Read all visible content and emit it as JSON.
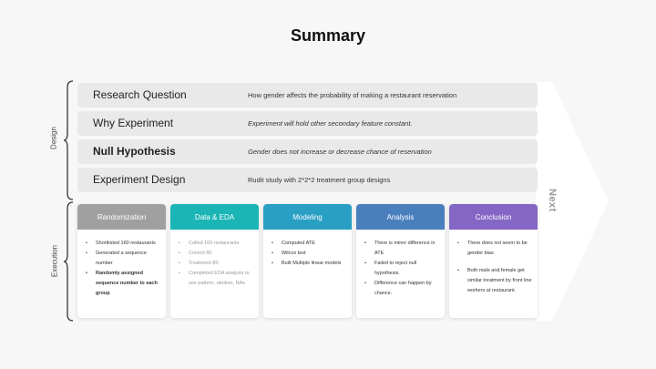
{
  "title": "Summary",
  "next_label": "Next",
  "side_labels": {
    "design": "Design",
    "execution": "Execution"
  },
  "design_rows": [
    {
      "label": "Research Question",
      "desc": "How gender affects the probability of making a restaurant reservation"
    },
    {
      "label": "Why Experiment",
      "desc": "Experiment will hold other secondary feature constant."
    },
    {
      "label": "Null Hypothesis",
      "desc": "Gender does not increase or decrease chance of reservation"
    },
    {
      "label": "Experiment Design",
      "desc": "Rudit study with 2*2*2 treatment group designs"
    }
  ],
  "execution_cards": [
    {
      "title": "Randomization",
      "color": "#a0a0a0",
      "items": [
        "Shortlisted 160 restaurants",
        " Generated a sequence number",
        "Randomly assigned sequence number to each group"
      ]
    },
    {
      "title": "Data & EDA",
      "color": "#1bb5b5",
      "items": [
        "Called 160 restaurants",
        "Control 80",
        "Treatment 80",
        "Completed EDA analysis to see pattern, attrition, NAs"
      ]
    },
    {
      "title": "Modeling",
      "color": "#2a9fc4",
      "items": [
        "Computed ATE",
        "Wilcox test",
        "Built Multiple linear models"
      ]
    },
    {
      "title": "Analysis",
      "color": "#4a7fbe",
      "items": [
        "There is minor difference in ATE",
        "Failed to reject null hypothesis.",
        "Difference can happen by chance."
      ]
    },
    {
      "title": "Conclusion",
      "color": "#8466c4",
      "items": [
        "There does not seem to be gender bias",
        "Both male and female get similar treatment by front line workers at restaurant."
      ]
    }
  ]
}
